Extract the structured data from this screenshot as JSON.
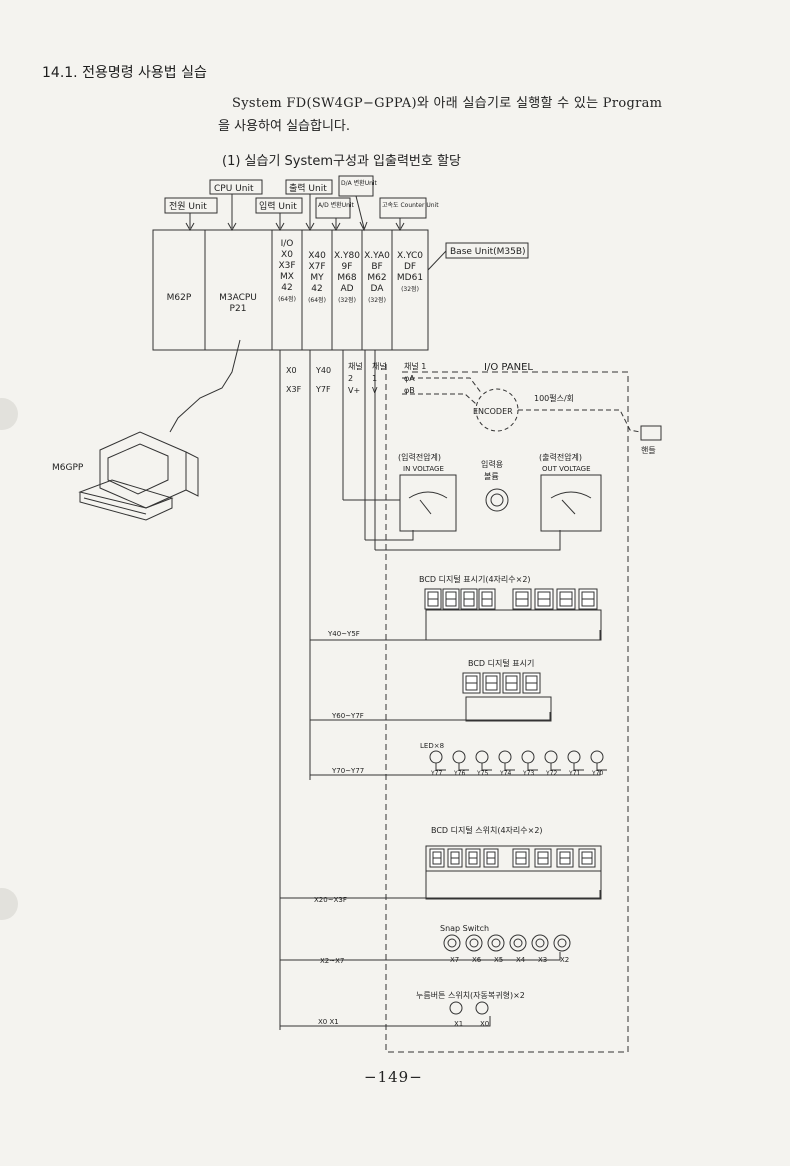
{
  "heading": "14.1. 전용명령 사용법 실습",
  "intro_line1": "System FD(SW4GP−GPPA)와 아래 실습기로 실행할 수 있는 Program",
  "intro_line2": "을 사용하여 실습합니다.",
  "subheading": "(1) 실습기 System구성과 입출력번호 할당",
  "unit_labels": {
    "power": "전원 Unit",
    "cpu": "CPU Unit",
    "input": "입력 Unit",
    "output": "출력 Unit",
    "ad": "A/D 변환Unit",
    "da": "D/A 변환Unit",
    "counter": "고속도 Counter Unit",
    "base": "Base Unit(M35B)"
  },
  "modules": [
    {
      "lines": [
        "M62P"
      ]
    },
    {
      "lines": [
        "M3ACPU",
        "P21"
      ]
    },
    {
      "lines": [
        "I/O",
        "X0",
        "X3F",
        "MX",
        "42",
        "(64점)"
      ]
    },
    {
      "lines": [
        "X40",
        "X7F",
        "MY",
        "42",
        "(64점)"
      ]
    },
    {
      "lines": [
        "X.Y80",
        "9F",
        "M68",
        "AD",
        "(32점)"
      ]
    },
    {
      "lines": [
        "X.YA0",
        "BF",
        "M62",
        "DA",
        "(32점)"
      ]
    },
    {
      "lines": [
        "X.YC0",
        "DF",
        "MD61",
        "(32점)"
      ]
    }
  ],
  "signals": {
    "x0_x3f": [
      "X0",
      "X3F"
    ],
    "y40_y7f": [
      "Y40",
      "Y7F"
    ],
    "ch2": [
      "채널",
      "2",
      "V+"
    ],
    "ch1": [
      "채널",
      "1",
      "V"
    ],
    "ch1b": [
      "채널 1",
      "φA",
      "φB"
    ]
  },
  "io_panel": "I/O PANEL",
  "encoder": "ENCODER",
  "pulse": "100펄스/회",
  "handle": "핸들",
  "m6gpp": "M6GPP",
  "in_meter": [
    "(입력전압계)",
    "IN VOLTAGE"
  ],
  "knob": [
    "입력용",
    "볼륨"
  ],
  "out_meter": [
    "(출력전압계)",
    "OUT VOLTAGE"
  ],
  "bcd_disp_8": "BCD 디지털 표시기(4자리수×2)",
  "y40_y5f": "Y40~Y5F",
  "bcd_disp_4": "BCD 디지털 표시기",
  "y60_y7f": "Y60~Y7F",
  "led": "LED×8",
  "y70_y77": "Y70~Y77",
  "led_labels": [
    "Y77",
    "Y76",
    "Y75",
    "Y74",
    "Y73",
    "Y72",
    "Y71",
    "Y70"
  ],
  "bcd_switch": "BCD 디지털 스위치(4자리수×2)",
  "x20_x3f": "X20~X3F",
  "snap": "Snap Switch",
  "snap_labels": [
    "X7",
    "X6",
    "X5",
    "X4",
    "X3",
    "X2"
  ],
  "x2_x7": "X2~X7",
  "push": "누름버튼 스위치(자동복귀형)×2",
  "push_labels": [
    "X1",
    "X0"
  ],
  "x0_x1": "X0  X1",
  "page_number": "−149−"
}
